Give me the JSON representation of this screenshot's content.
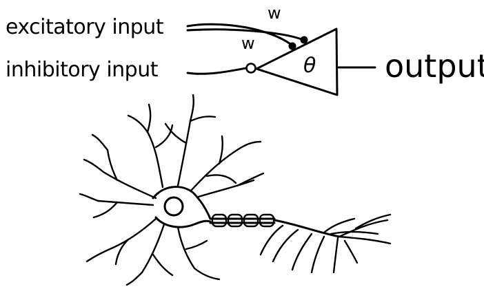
{
  "diagram": {
    "inputs": {
      "excitatory_label": "excitatory input",
      "inhibitory_label": "inhibitory input"
    },
    "weights": {
      "excitatory_weight": "w",
      "inhibitory_weight": "w"
    },
    "unit": {
      "threshold_symbol": "θ"
    },
    "output_label": "output"
  },
  "colors": {
    "ink": "#000000",
    "background": "#ffffff"
  }
}
